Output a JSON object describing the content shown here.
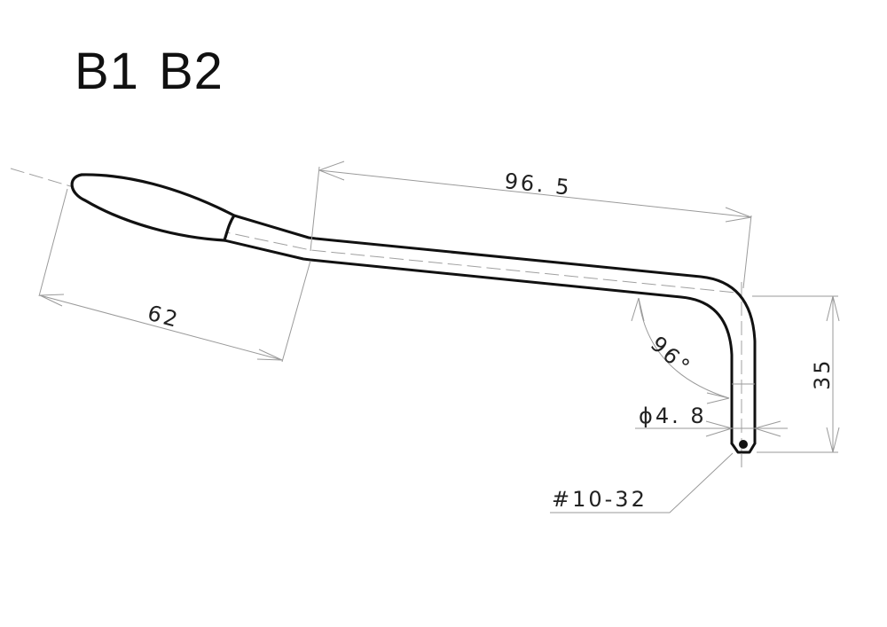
{
  "title": {
    "labels": [
      "B1",
      "B2"
    ]
  },
  "dimensions": {
    "rod_length": "96. 5",
    "grip_length": "62",
    "bend_angle": "96°",
    "leg_height": "35",
    "rod_diameter": "ϕ4. 8",
    "thread_spec": "#10-32"
  },
  "colors": {
    "outline": "#111111",
    "dimension_lines": "#9a9a9a",
    "background": "#ffffff"
  }
}
